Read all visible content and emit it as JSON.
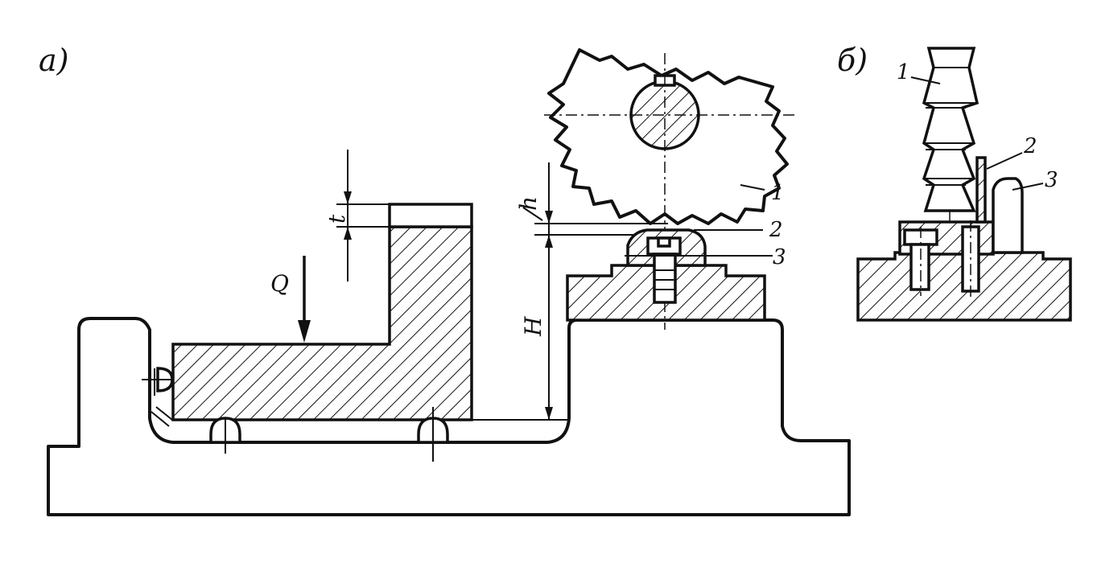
{
  "labels": {
    "view_a": "а)",
    "view_b": "б)",
    "force_q": "Q",
    "dim_t": "t",
    "dim_h": "h",
    "dim_H": "H",
    "a_part_1": "1",
    "a_part_2": "2",
    "a_part_3": "3",
    "b_part_1": "1",
    "b_part_2": "2",
    "b_part_3": "3"
  },
  "colors": {
    "ink": "#111111",
    "paper": "#ffffff"
  }
}
